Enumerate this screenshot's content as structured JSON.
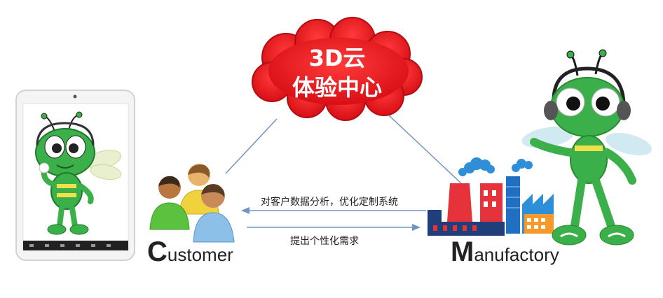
{
  "cloud": {
    "line1": "3D云",
    "line2": "体验中心",
    "color": "#e8161e"
  },
  "arrows": {
    "to_customer": "对客户数据分析，优化定制系统",
    "to_manufactory": "提出个性化需求"
  },
  "labels": {
    "customer": {
      "cap": "C",
      "rest": "ustomer"
    },
    "manufactory": {
      "cap": "M",
      "rest": "anufactory"
    }
  },
  "colors": {
    "arrow": "#6f94c4",
    "mascot_green": "#3bb04a"
  }
}
